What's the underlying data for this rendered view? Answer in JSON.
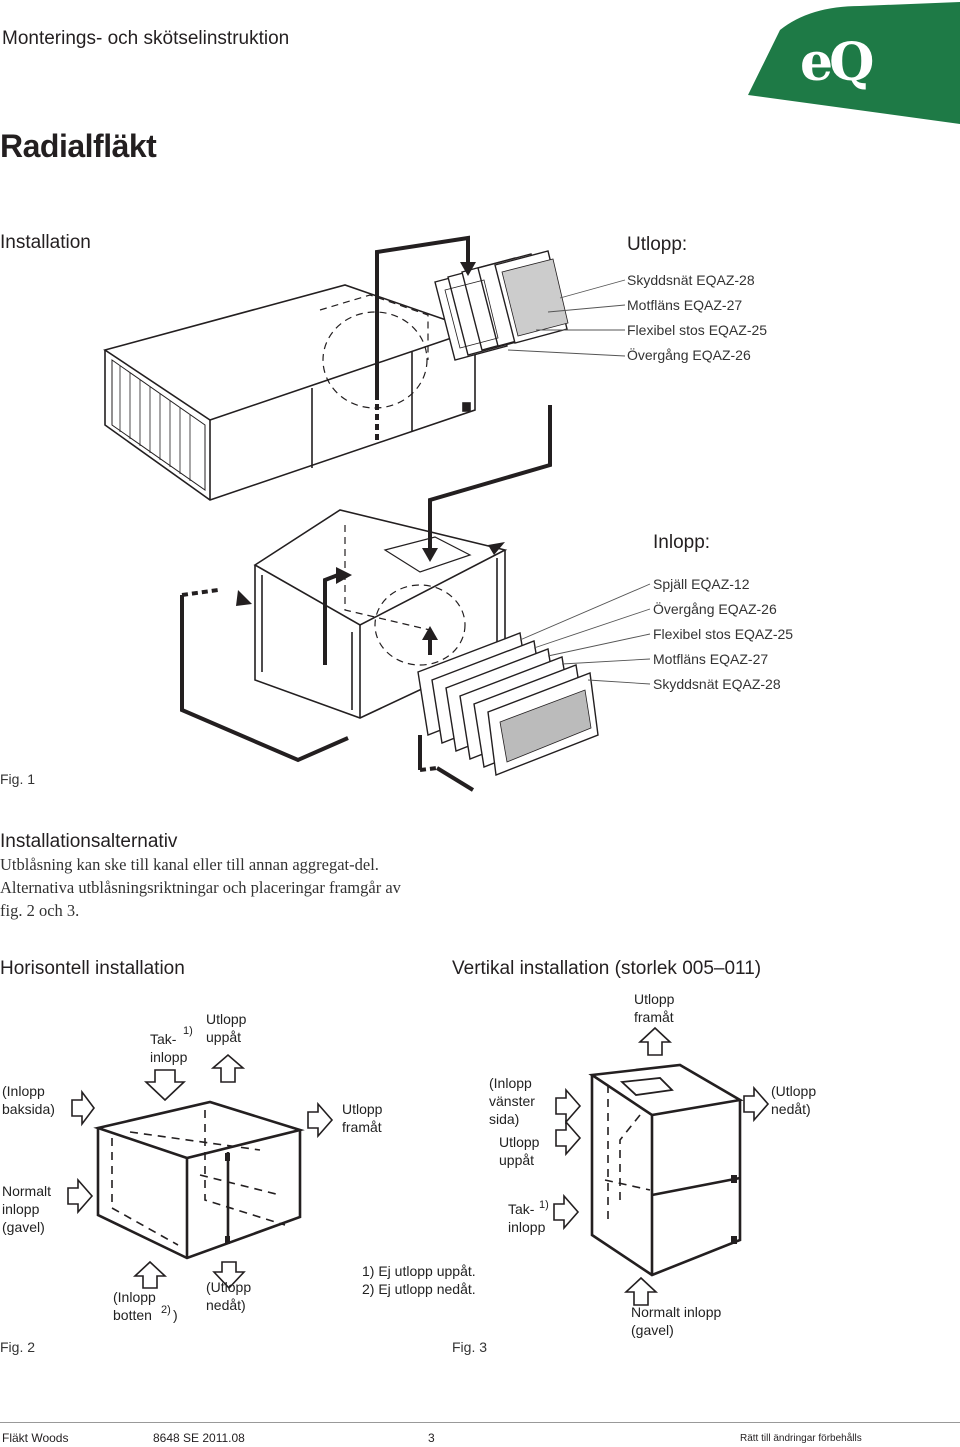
{
  "header": {
    "title": "Monterings- och skötselinstruktion",
    "logo_text": "eQ",
    "brand_color": "#1e7a46"
  },
  "page_title": "Radialfläkt",
  "installation": {
    "heading": "Installation",
    "utlopp": {
      "heading": "Utlopp:",
      "items": [
        "Skyddsnät EQAZ-28",
        "Motfläns EQAZ-27",
        "Flexibel stos EQAZ-25",
        "Övergång EQAZ-26"
      ]
    },
    "inlopp": {
      "heading": "Inlopp:",
      "items": [
        "Spjäll EQAZ-12",
        "Övergång EQAZ-26",
        "Flexibel stos EQAZ-25",
        "Motfläns EQAZ-27",
        "Skyddsnät EQAZ-28"
      ]
    },
    "fig_label": "Fig. 1"
  },
  "alternativ": {
    "heading": "Installationsalternativ",
    "text": "Utblåsning kan ske till kanal eller till annan aggregat-del. Alternativa utblåsningsriktningar och placeringar framgår av fig. 2 och 3."
  },
  "horisontell": {
    "heading": "Horisontell installation",
    "labels": {
      "tak_inlopp": "Tak-\ninlopp",
      "tak_sup": "1)",
      "utlopp_uppat": "Utlopp\nuppåt",
      "inlopp_baksida": "(Inlopp\nbaksida)",
      "utlopp_framat": "Utlopp\nframåt",
      "normalt_inlopp": "Normalt\ninlopp\n(gavel)",
      "inlopp_botten": "(Inlopp\nbotten",
      "botten_sup": "2)",
      "botten_close": ")",
      "utlopp_nedat": "(Utlopp\nnedåt)"
    },
    "fig_label": "Fig. 2"
  },
  "vertikal": {
    "heading": "Vertikal installation (storlek 005–011)",
    "labels": {
      "utlopp_framat": "Utlopp\nframåt",
      "inlopp_vanster": "(Inlopp\nvänster\nsida)",
      "utlopp_nedat": "(Utlopp\nnedåt)",
      "utlopp_uppat": "Utlopp\nuppåt",
      "tak_inlopp": "Tak-\ninlopp",
      "tak_sup": "1)",
      "normalt_inlopp": "Normalt inlopp\n(gavel)"
    },
    "fig_label": "Fig. 3"
  },
  "footnotes": [
    "1) Ej utlopp uppåt.",
    "2) Ej utlopp nedåt."
  ],
  "footer": {
    "company": "Fläkt Woods",
    "doc_id": "8648 SE 2011.08",
    "page": "3",
    "rights": "Rätt till ändringar förbehålls"
  }
}
